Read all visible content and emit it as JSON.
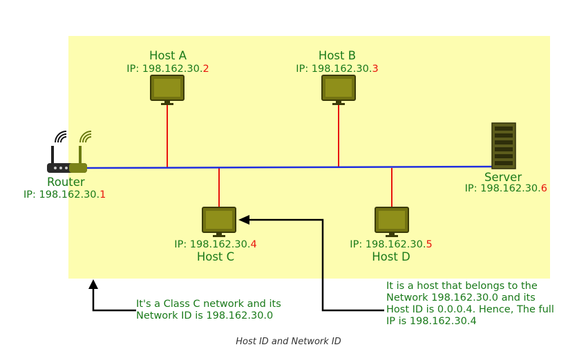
{
  "diagram": {
    "router": {
      "name": "Router",
      "ip_prefix": "IP: 198.162.30.",
      "ip_host": "1"
    },
    "server": {
      "name": "Server",
      "ip_prefix": "IP: 198.162.30.",
      "ip_host": "6"
    },
    "hosts": [
      {
        "name": "Host A",
        "ip_prefix": "IP: 198.162.30.",
        "ip_host": "2"
      },
      {
        "name": "Host B",
        "ip_prefix": "IP: 198.162.30.",
        "ip_host": "3"
      },
      {
        "name": "Host C",
        "ip_prefix": "IP: 198.162.30.",
        "ip_host": "4"
      },
      {
        "name": "Host D",
        "ip_prefix": "IP: 198.162.30.",
        "ip_host": "5"
      }
    ],
    "annotations": {
      "network_note": "It's a Class C network and its Network ID is 198.162.30.0",
      "host_note": "It is a host that belongs to the Network 198.162.30.0 and its Host ID is 0.0.0.4. Hence, The full IP is 198.162.30.4"
    },
    "caption": "Host ID and Network ID",
    "colors": {
      "network_area": "#fdfdb0",
      "bus_line": "#1f2ee0",
      "drop_line": "#e8140c",
      "label_text": "#1a7a1a",
      "host_octet": "#e8140c",
      "monitor_body": "#727212",
      "server_body": "#5c5c1c"
    }
  }
}
